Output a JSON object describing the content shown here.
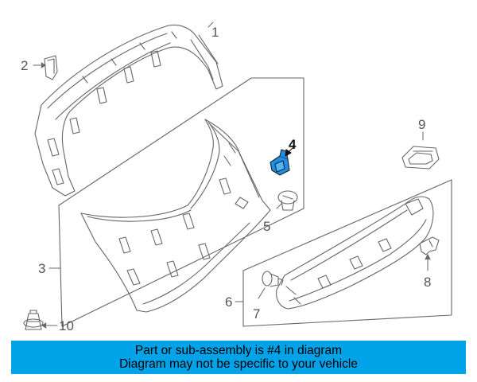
{
  "diagram": {
    "callouts": [
      {
        "id": "1",
        "label": "1"
      },
      {
        "id": "2",
        "label": "2"
      },
      {
        "id": "3",
        "label": "3"
      },
      {
        "id": "4",
        "label": "4"
      },
      {
        "id": "5",
        "label": "5"
      },
      {
        "id": "6",
        "label": "6"
      },
      {
        "id": "7",
        "label": "7"
      },
      {
        "id": "8",
        "label": "8"
      },
      {
        "id": "9",
        "label": "9"
      },
      {
        "id": "10",
        "label": "10"
      }
    ],
    "highlighted_part": "4",
    "highlight_color": "#1e8ee6",
    "line_color": "#666666"
  },
  "banner": {
    "line1": "Part or sub-assembly is #4 in diagram",
    "line2": "Diagram may not be specific to your vehicle",
    "color": "#00a2e8"
  }
}
